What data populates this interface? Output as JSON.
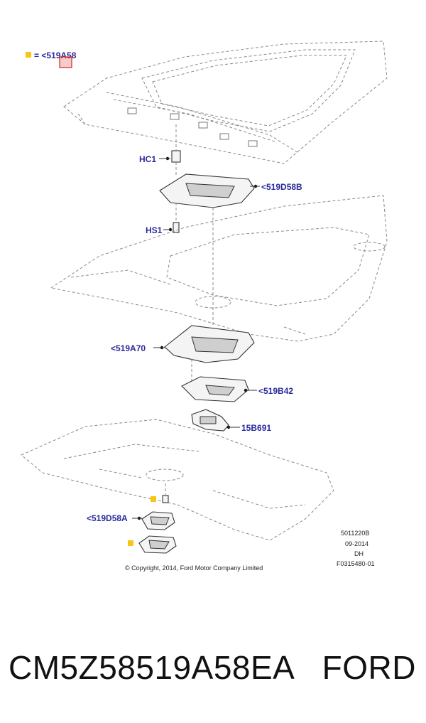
{
  "legend": {
    "symbol_color": "#f5c518",
    "text": "= <519A58",
    "marker_color": "#d9342b"
  },
  "callouts": {
    "hc1": "HC1",
    "p519d58b": "<519D58B",
    "hs1": "HS1",
    "p519a70": "<519A70",
    "p519b42": "<519B42",
    "p15b691": "15B691",
    "p519d58a": "<519D58A"
  },
  "meta": {
    "line1": "5011220B",
    "line2": "09-2014",
    "line3": "DH",
    "line4": "F0315480-01"
  },
  "copyright": "© Copyright, 2014, Ford Motor Company Limited",
  "footer": {
    "part_number": "CM5Z58519A58EA",
    "brand": "FORD"
  },
  "colors": {
    "callout": "#2a2a9c",
    "highlight_square": "#f5c518"
  }
}
